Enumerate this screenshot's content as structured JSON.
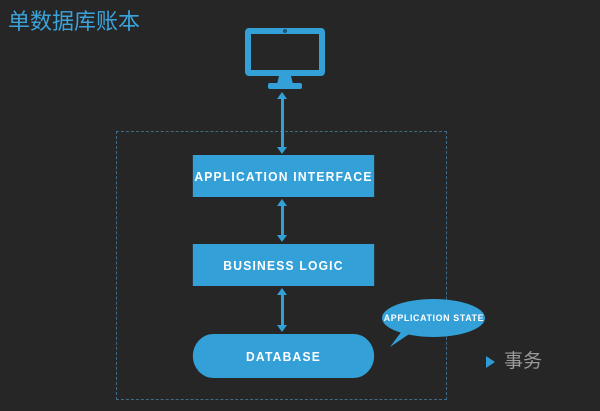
{
  "page": {
    "title": "单数据库账本",
    "background_color": "#262626",
    "accent_color": "#33A0D8",
    "title_color": "#3BA3DC"
  },
  "diagram": {
    "client": {
      "icon": "monitor-icon",
      "camera_dot": "webcam-dot"
    },
    "boundary": {
      "style": "dashed",
      "color": "#3f6b86"
    },
    "blocks": [
      {
        "id": "application-interface",
        "label": "APPLICATION INTERFACE",
        "shape": "rectangle"
      },
      {
        "id": "business-logic",
        "label": "BUSINESS LOGIC",
        "shape": "rectangle"
      },
      {
        "id": "database",
        "label": "DATABASE",
        "shape": "pill"
      }
    ],
    "connectors": [
      {
        "id": "monitor-to-application-interface",
        "type": "double-arrow"
      },
      {
        "id": "application-interface-to-business-logic",
        "type": "double-arrow"
      },
      {
        "id": "business-logic-to-database",
        "type": "double-arrow"
      }
    ],
    "callout": {
      "label": "APPLICATION STATE",
      "points_to": "database"
    },
    "note": {
      "bullet": "triangle-right-icon",
      "label": "事务",
      "color": "#9a9a9a"
    }
  }
}
